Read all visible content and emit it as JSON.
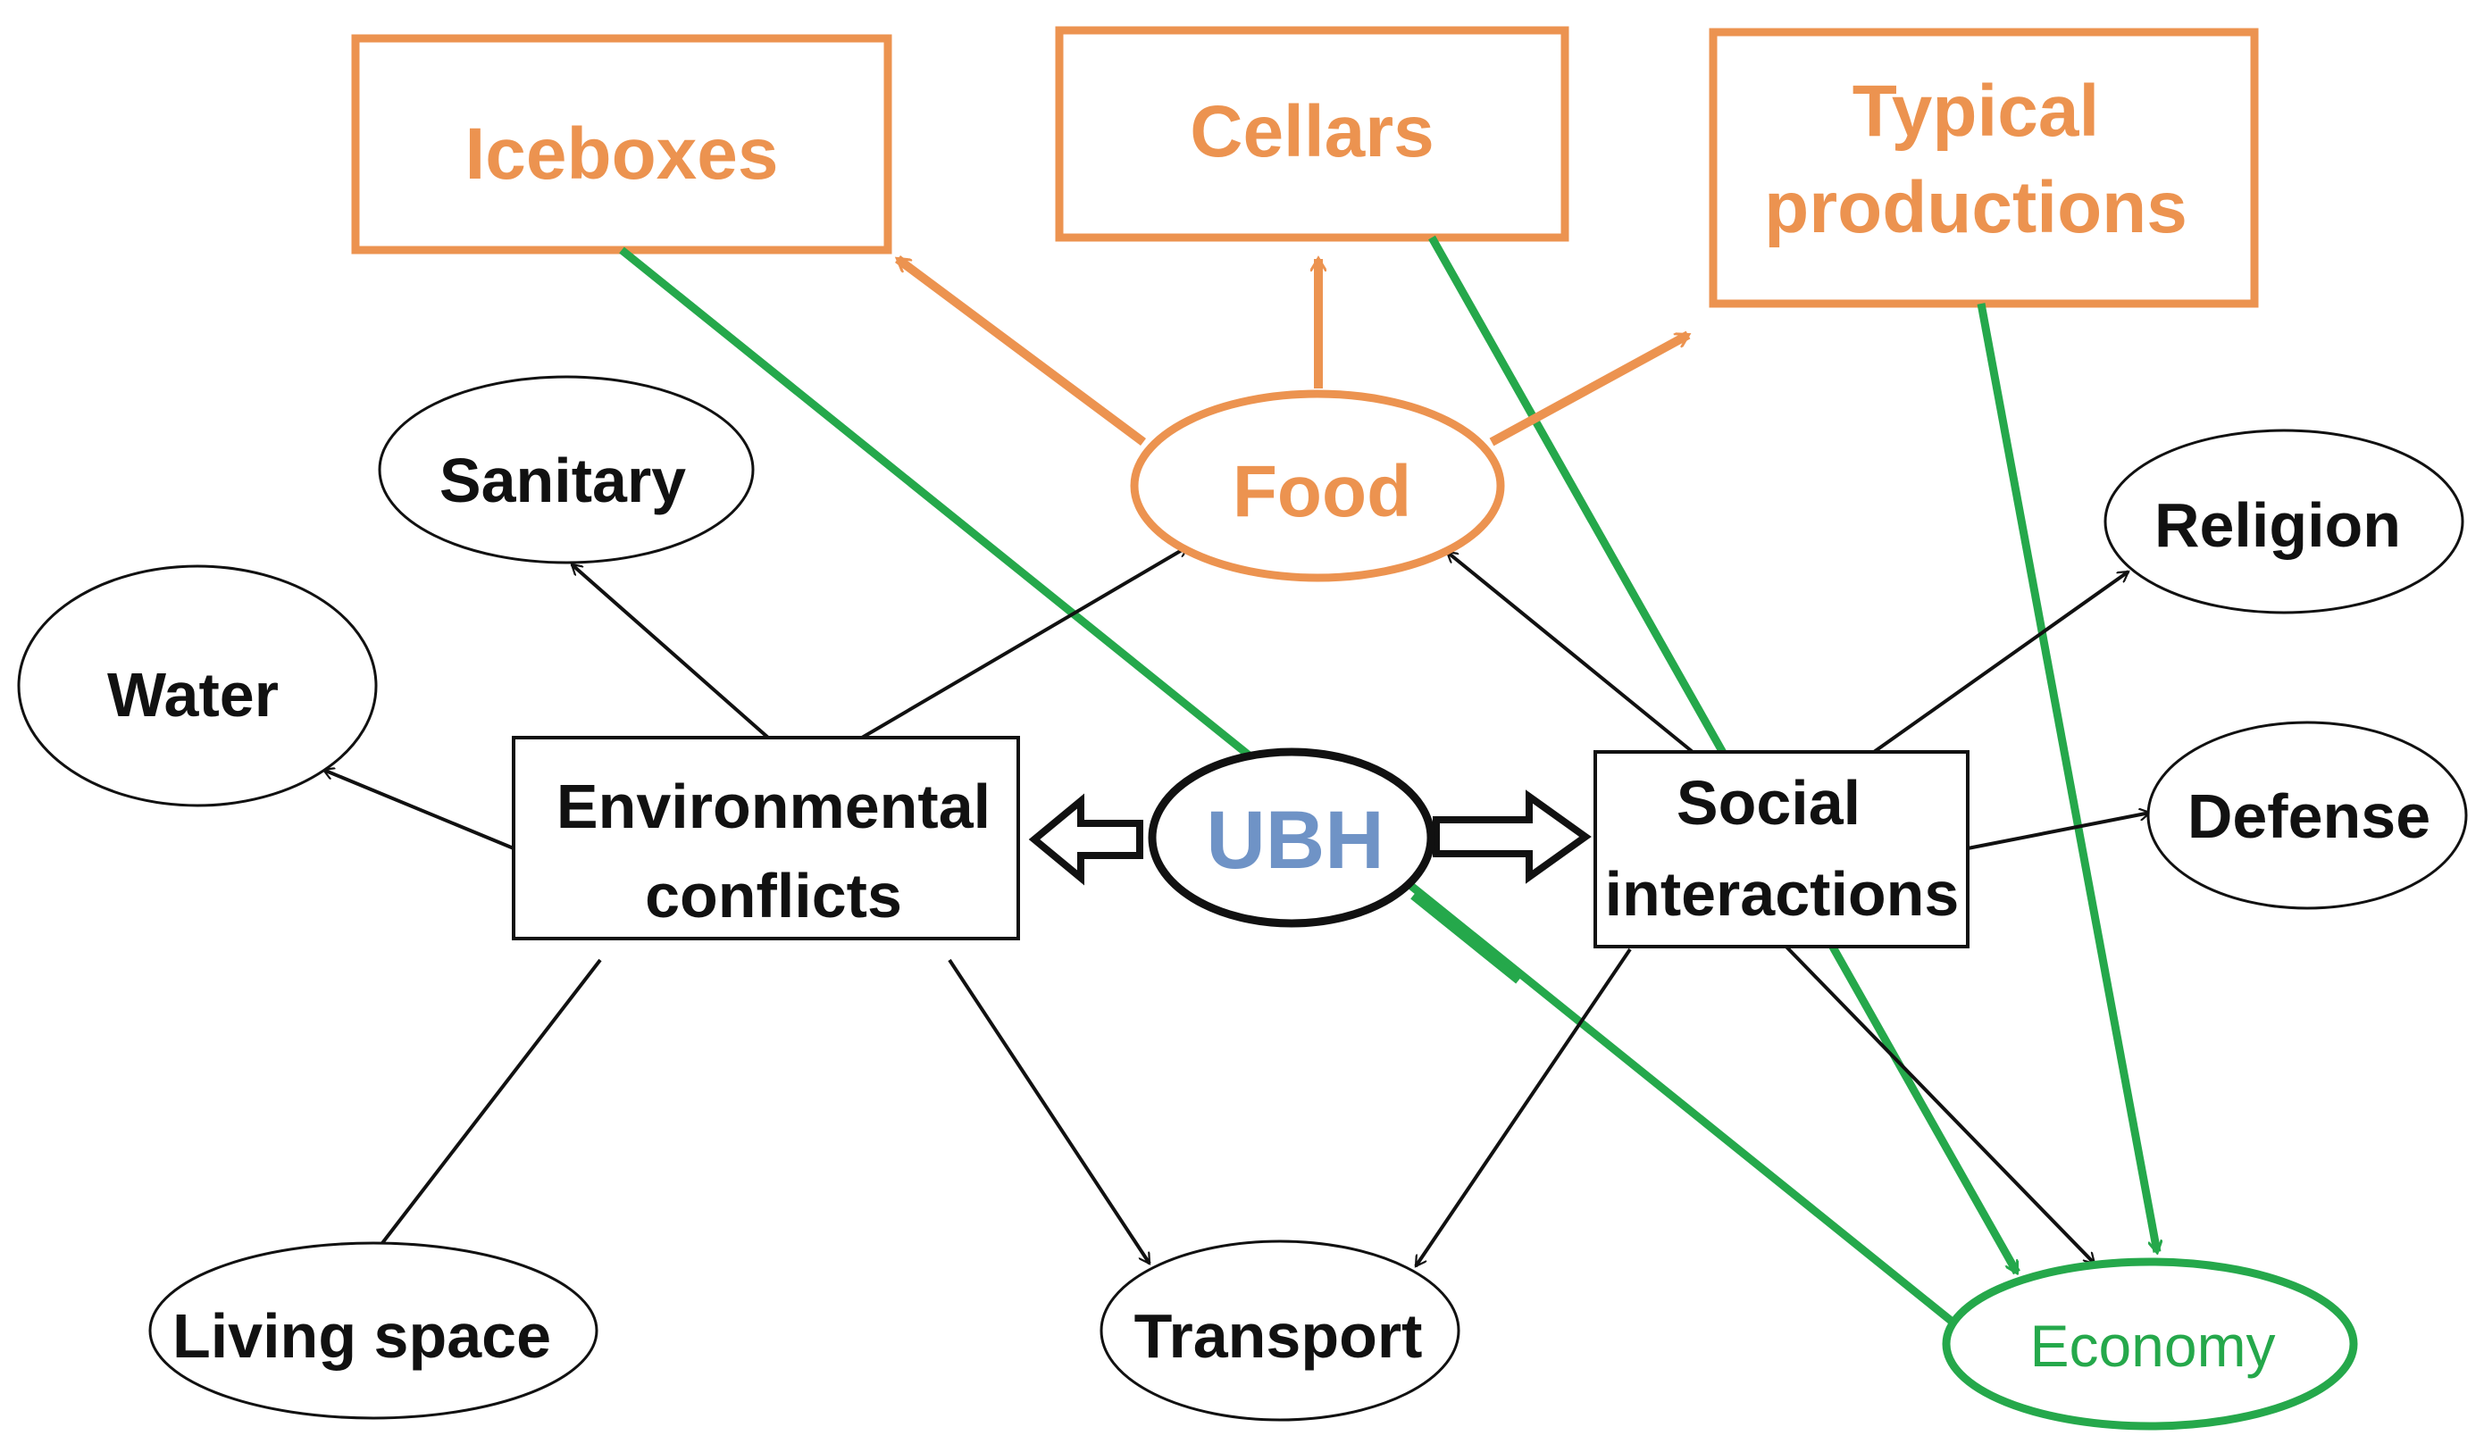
{
  "colors": {
    "orange": "#ec9350",
    "green": "#25a84b",
    "blue": "#6f93c6",
    "black": "#111111"
  },
  "nodes": {
    "iceboxes": "Iceboxes",
    "cellars": "Cellars",
    "typical_line1": "Typical",
    "typical_line2": "productions",
    "food": "Food",
    "sanitary": "Sanitary",
    "water": "Water",
    "religion": "Religion",
    "defense": "Defense",
    "env_line1": "Environmental",
    "env_line2": "conflicts",
    "ubh": "UBH",
    "social_line1": "Social",
    "social_line2": "interactions",
    "living_space": "Living space",
    "transport": "Transport",
    "economy": "Economy"
  }
}
